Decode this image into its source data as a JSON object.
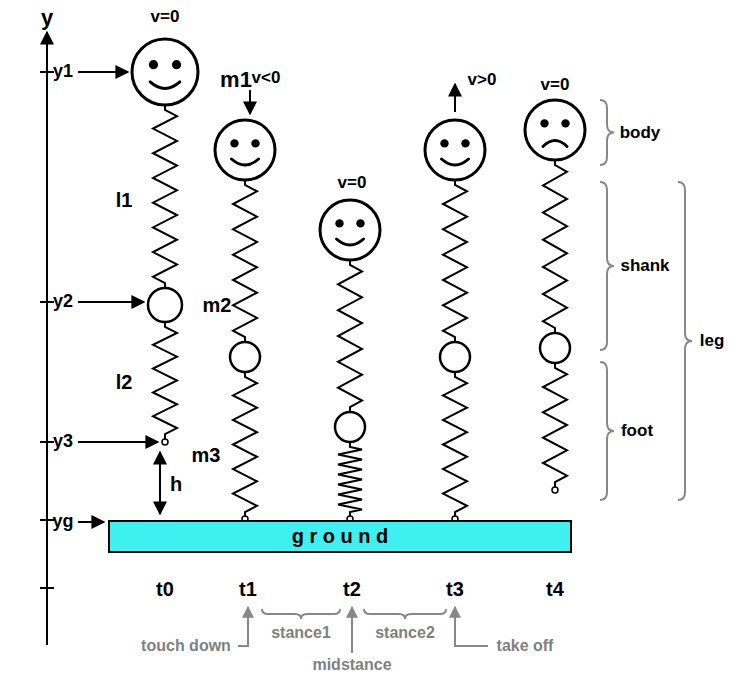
{
  "diagram": {
    "nodes": [
      {
        "text": [
          "g r o u n d"
        ]
      }
    ],
    "labels": [
      "y",
      "v=0",
      "y1",
      "m1",
      "l1",
      "y2",
      "m2",
      "l2",
      "y3",
      "m3",
      "h",
      "yg",
      "v<0",
      "v=0",
      "v>0",
      "v=0",
      "body",
      "shank",
      "leg",
      "foot",
      "t0",
      "t1",
      "t2",
      "t3",
      "t4",
      "touch down",
      "stance1",
      "midstance",
      "stance2",
      "take off"
    ]
  }
}
